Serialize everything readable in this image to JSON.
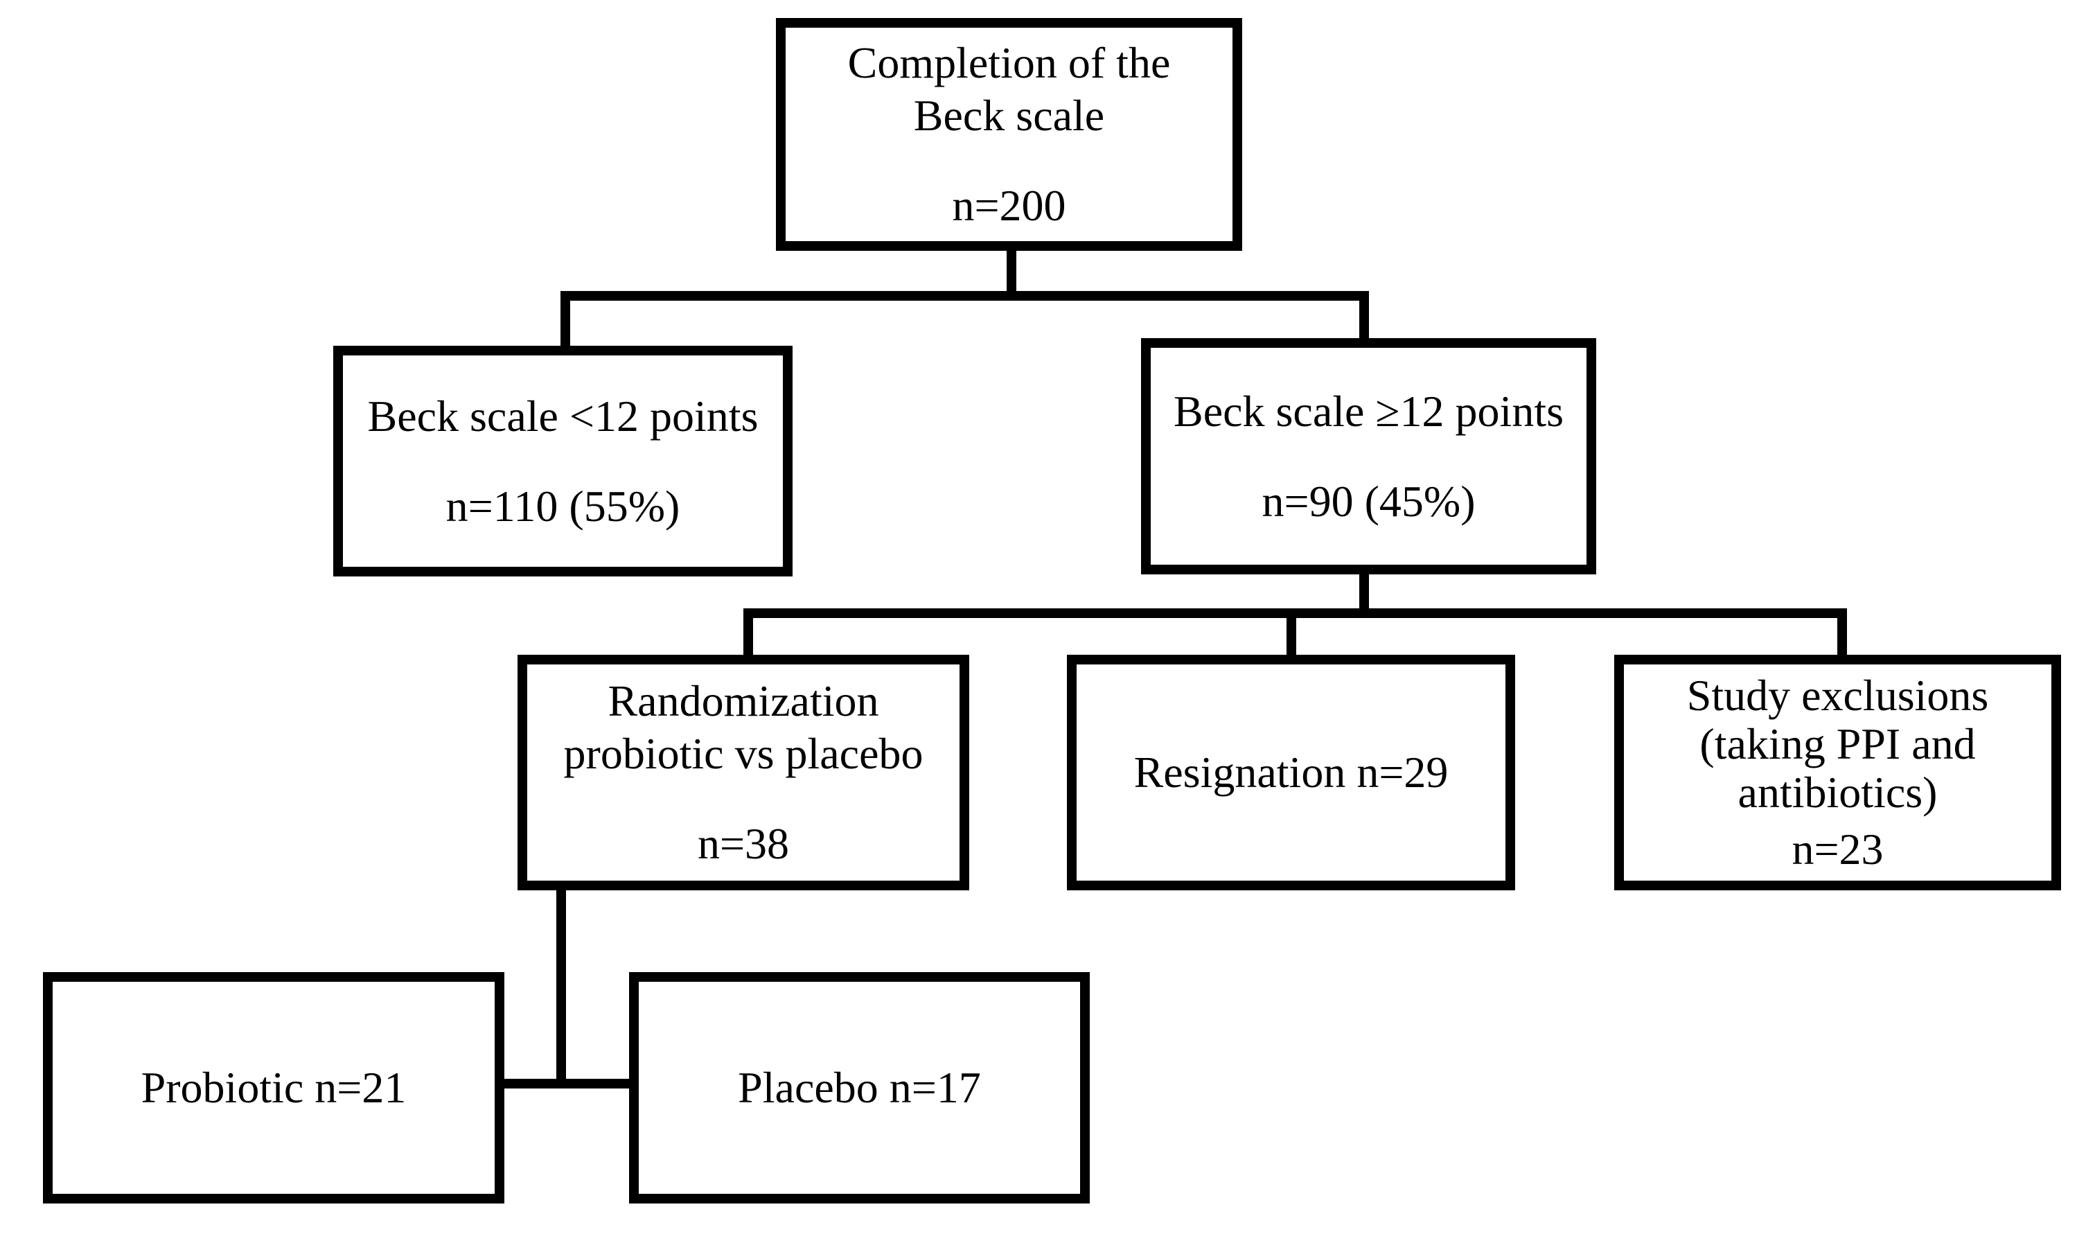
{
  "nodes": [
    {
      "id": "completion",
      "lines": [
        "Completion of the",
        "Beck scale"
      ],
      "count": "n=200"
    },
    {
      "id": "beck_low",
      "lines": [
        "Beck scale <12 points"
      ],
      "count": "n=110 (55%)"
    },
    {
      "id": "beck_high",
      "lines": [
        "Beck scale ≥12 points"
      ],
      "count": "n=90 (45%)"
    },
    {
      "id": "randomization",
      "lines": [
        "Randomization",
        "probiotic vs placebo"
      ],
      "count": "n=38"
    },
    {
      "id": "resignation",
      "lines": [
        "Resignation n=29"
      ],
      "count": ""
    },
    {
      "id": "exclusions",
      "lines": [
        "Study exclusions",
        "(taking PPI and",
        "antibiotics)"
      ],
      "count": "n=23"
    },
    {
      "id": "probiotic",
      "lines": [
        "Probiotic n=21"
      ],
      "count": ""
    },
    {
      "id": "placebo",
      "lines": [
        "Placebo n=17"
      ],
      "count": ""
    }
  ],
  "edges": [
    {
      "from": "completion",
      "to": "beck_low"
    },
    {
      "from": "completion",
      "to": "beck_high"
    },
    {
      "from": "beck_high",
      "to": "randomization"
    },
    {
      "from": "beck_high",
      "to": "resignation"
    },
    {
      "from": "beck_high",
      "to": "exclusions"
    },
    {
      "from": "randomization",
      "to": "probiotic"
    },
    {
      "from": "randomization",
      "to": "placebo"
    }
  ],
  "colors": {
    "line": "#000000",
    "text": "#000000",
    "box_background": "#ffffff",
    "page_background": "#ffffff"
  }
}
